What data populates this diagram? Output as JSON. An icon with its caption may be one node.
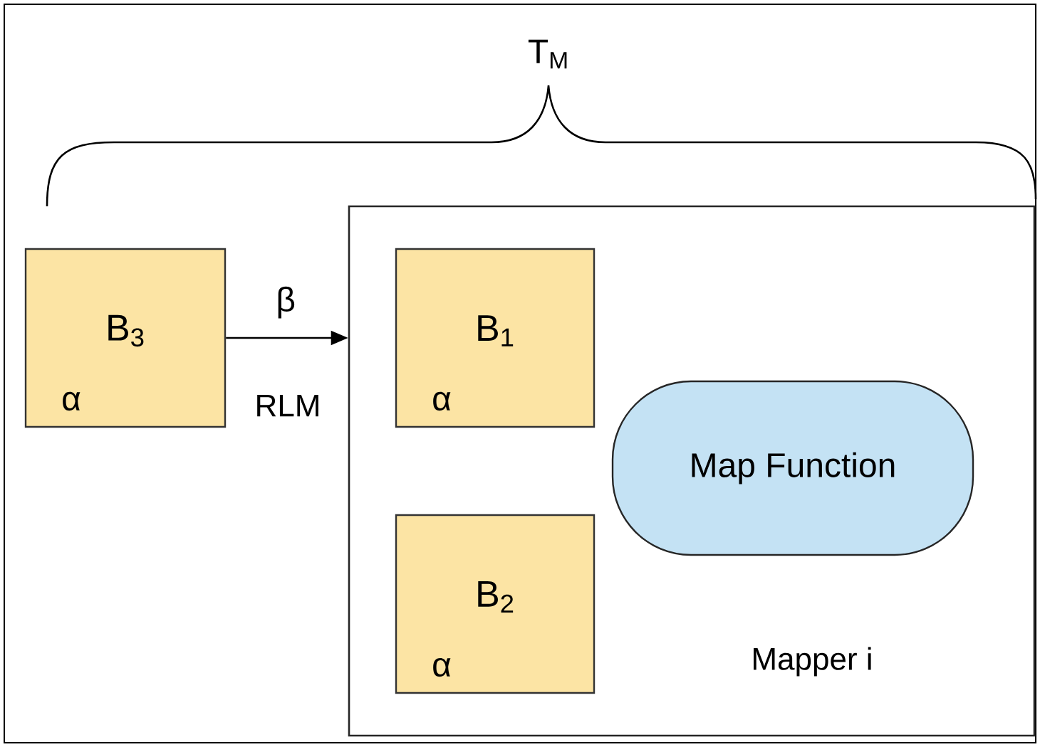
{
  "diagram": {
    "nodes": [
      {
        "text": [
          "B$_{3}$",
          "α"
        ]
      },
      {
        "text": [
          "Mapper i"
        ]
      },
      {
        "text": [
          "B$_{1}$",
          "α"
        ],
        "in": 1
      },
      {
        "text": [
          "B$_{2}$",
          "α"
        ],
        "in": 1
      },
      {
        "text": [
          "Map Function"
        ],
        "in": 1
      }
    ],
    "edges": [
      {
        "from": 0,
        "to": 1,
        "arrow": "to",
        "label": "β"
      }
    ],
    "labels": [
      "T$_{M}$",
      "RLM"
    ]
  }
}
